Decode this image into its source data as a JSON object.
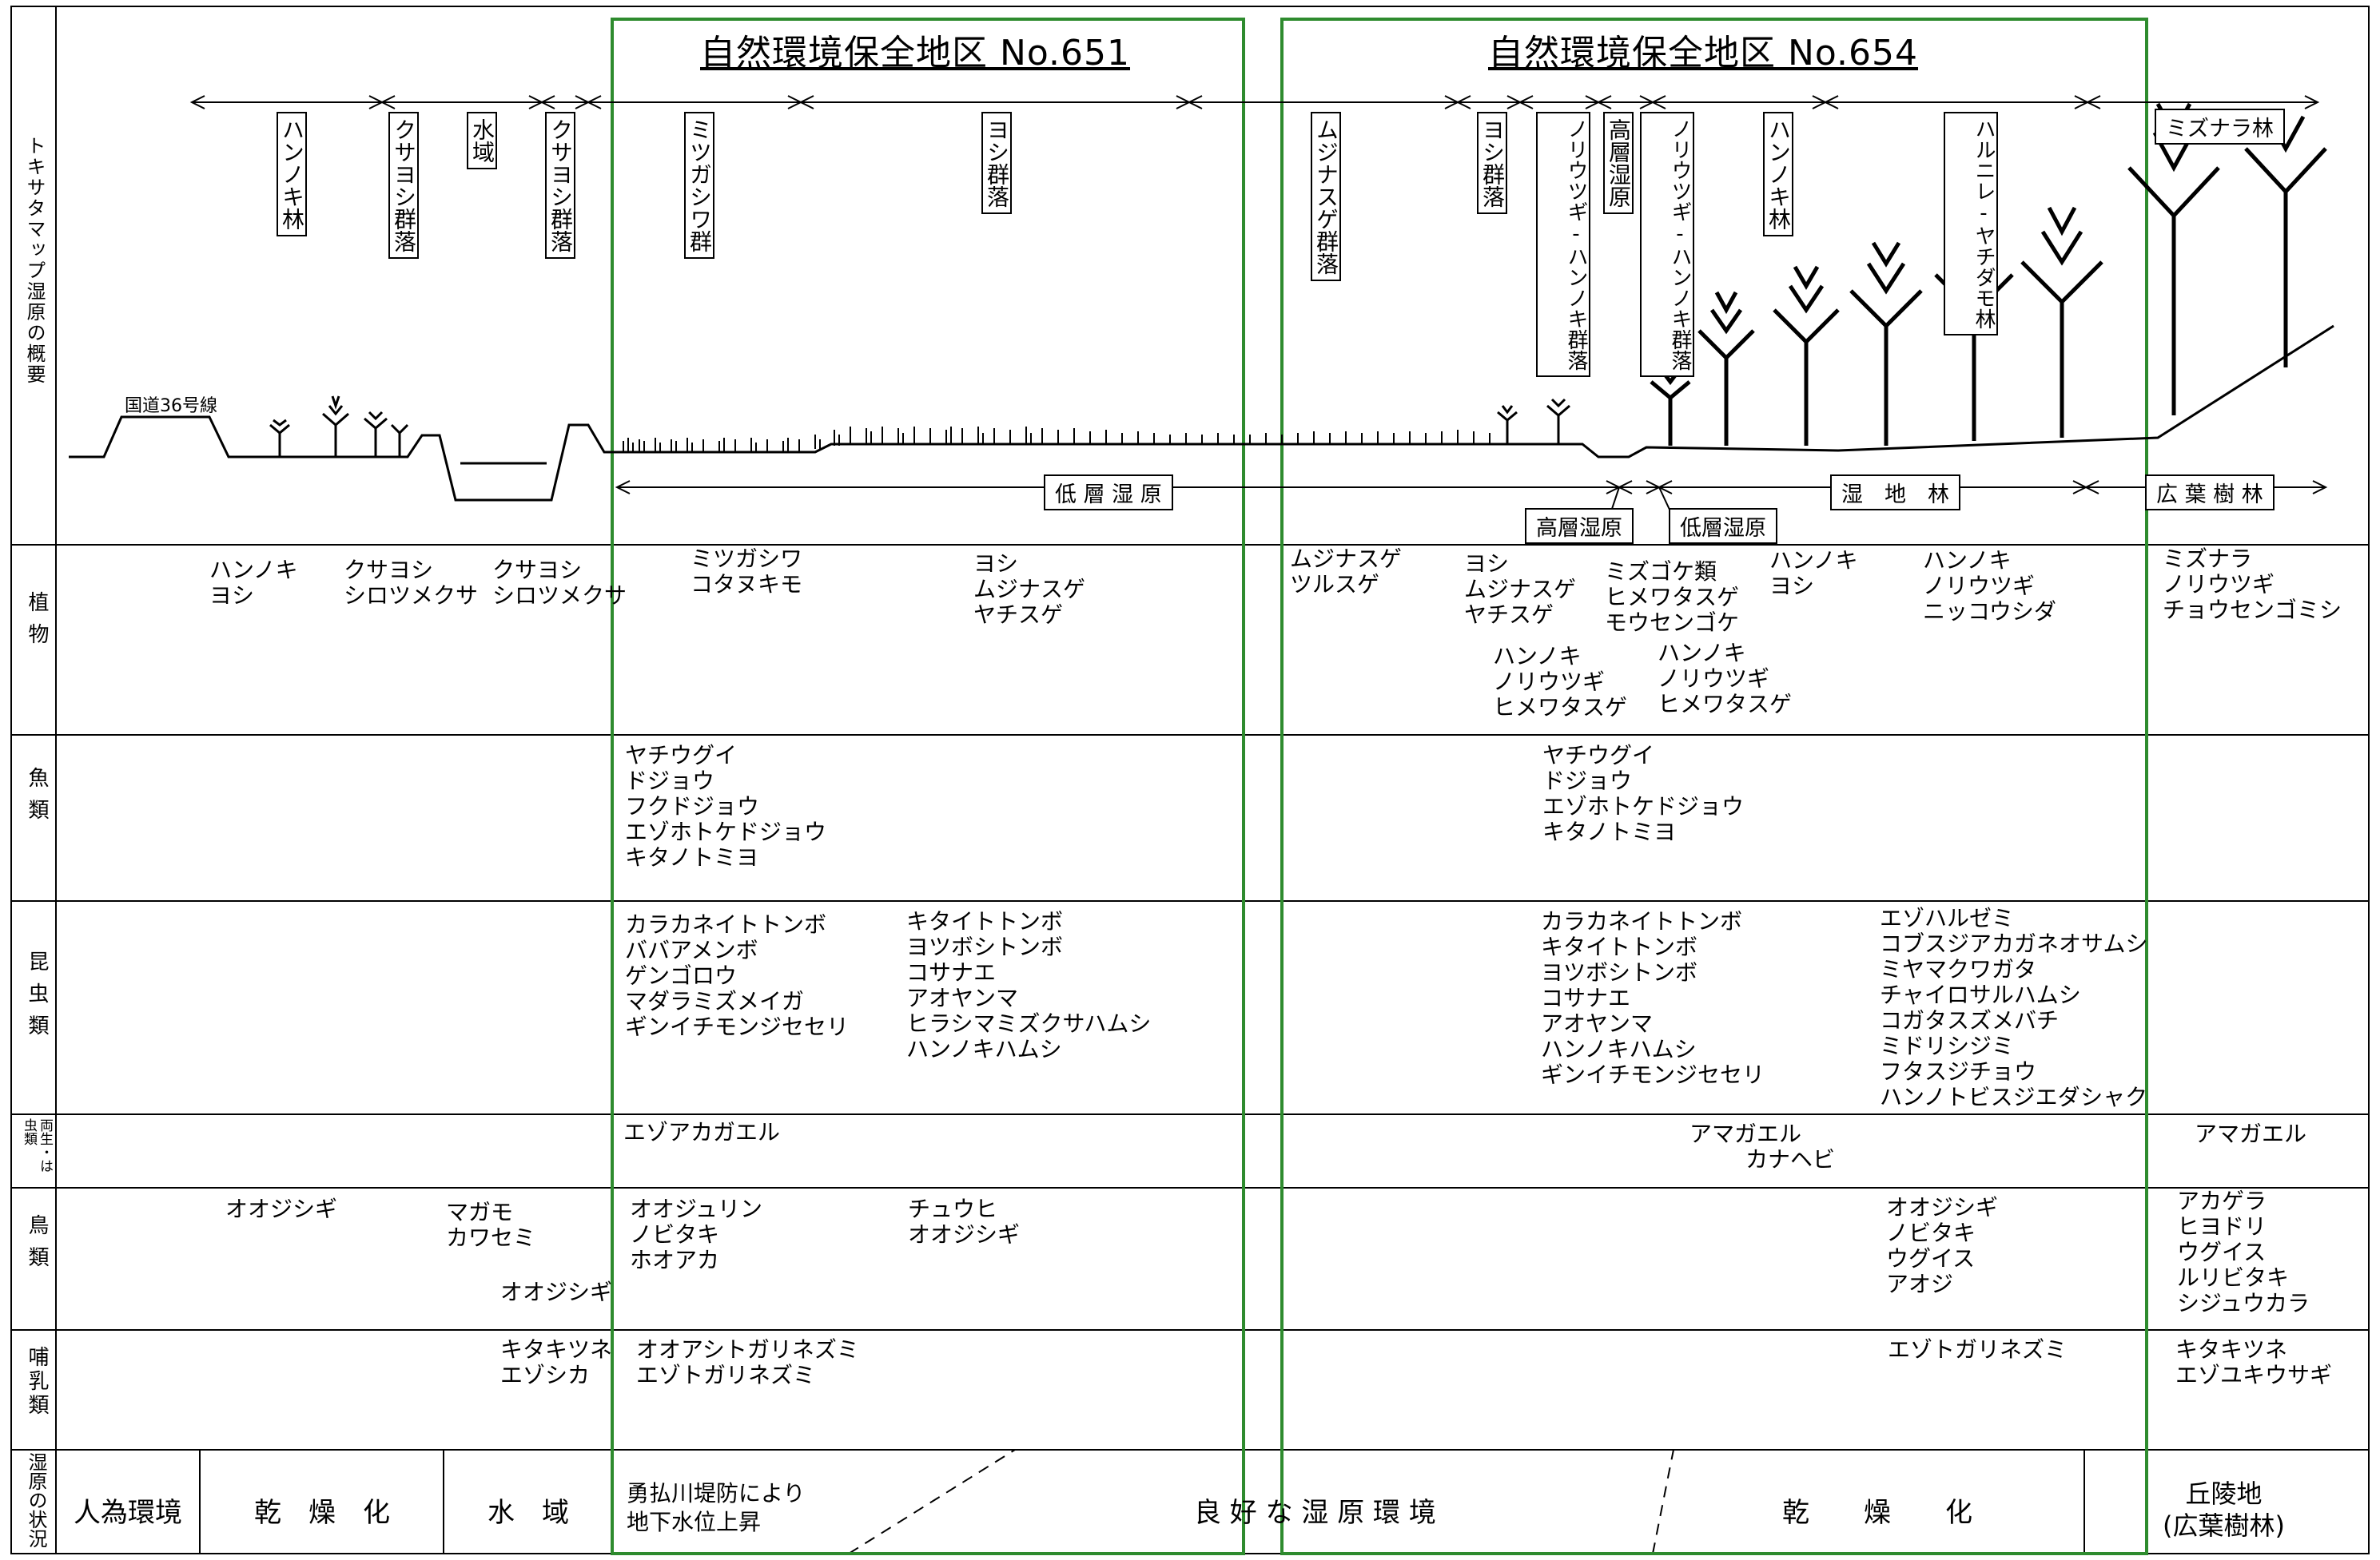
{
  "zones": [
    {
      "title": "自然環境保全地区 No.651"
    },
    {
      "title": "自然環境保全地区 No.654"
    }
  ],
  "left_header": "トキサタマップ湿原の概要",
  "road_label": "国道36号線",
  "community_labels": [
    "ハンノキ林",
    "クサヨシ群落",
    "水域",
    "クサヨシ群落",
    "ミツガシワ群",
    "ヨシ群落",
    "ムジナスゲ群落",
    "ヨシ群落",
    "ノリウツギ-ハンノキ群落",
    "高層湿原",
    "ノリウツギ-ハンノキ群落",
    "ハンノキ林",
    "ハルニレ-ヤチダモ林",
    "ミズナラ林"
  ],
  "bottom_zone_labels": {
    "low_moor": "低 層 湿 原",
    "high_moor": "高層湿原",
    "low_moor2": "低層湿原",
    "wet_forest": "湿　地　林",
    "broadleaf": "広 葉 樹 林"
  },
  "row_labels": {
    "plants": "植物",
    "fish": "魚類",
    "insects": "昆虫類",
    "amphibians": "両生・は虫類",
    "birds": "鳥類",
    "mammals": "哺乳類",
    "status": "湿原の状況"
  },
  "plants": [
    "ハンノキ\nヨシ",
    "クサヨシ\nシロツメクサ",
    "クサヨシ\nシロツメクサ",
    "ミツガシワ\nコタヌキモ",
    "ヨシ\nムジナスゲ\nヤチスゲ",
    "ムジナスゲ\nツルスゲ",
    "ヨシ\nムジナスゲ\nヤチスゲ",
    "ミズゴケ類\nヒメワタスゲ\nモウセンゴケ",
    "ハンノキ\nヨシ",
    "ハンノキ\nノリウツギ\nニッコウシダ",
    "ミズナラ\nノリウツギ\nチョウセンゴミシ",
    "ハンノキ\nノリウツギ\nヒメワタスゲ",
    "ハンノキ\nノリウツギ\nヒメワタスゲ"
  ],
  "fish": [
    "ヤチウグイ\nドジョウ\nフクドジョウ\nエゾホトケドジョウ\nキタノトミヨ",
    "ヤチウグイ\nドジョウ\nエゾホトケドジョウ\nキタノトミヨ"
  ],
  "insects": [
    "カラカネイトトンボ\nババアメンボ\nゲンゴロウ\nマダラミズメイガ\nギンイチモンジセセリ",
    "キタイトトンボ\nヨツボシトンボ\nコサナエ\nアオヤンマ\nヒラシマミズクサハムシ\nハンノキハムシ",
    "カラカネイトトンボ\nキタイトトンボ\nヨツボシトンボ\nコサナエ\nアオヤンマ\nハンノキハムシ\nギンイチモンジセセリ",
    "エゾハルゼミ\nコブスジアカガネオサムシ\nミヤマクワガタ\nチャイロサルハムシ\nコガタスズメバチ\nミドリシジミ\nフタスジチョウ\nハンノトビスジエダシャク"
  ],
  "amphibians": [
    "エゾアカガエル",
    "アマガエル",
    "カナヘビ",
    "アマガエル"
  ],
  "birds": [
    "オオジシギ",
    "マガモ\nカワセミ",
    "オオジシギ",
    "オオジュリン\nノビタキ\nホオアカ",
    "チュウヒ\nオオジシギ",
    "オオジシギ\nノビタキ\nウグイス\nアオジ",
    "アカゲラ\nヒヨドリ\nウグイス\nルリビタキ\nシジュウカラ"
  ],
  "mammals": [
    "キタキツネ\nエゾシカ",
    "オオアシトガリネズミ\nエゾトガリネズミ",
    "エゾトガリネズミ",
    "キタキツネ\nエゾユキウサギ"
  ],
  "status": {
    "artificial": "人為環境",
    "dry1": "乾　燥　化",
    "water": "水　域",
    "levee": "勇払川堤防により\n地下水位上昇",
    "good": "良 好 な 湿 原 環 境",
    "dry2": "乾　　燥　　化",
    "hill": "丘陵地\n(広葉樹林)"
  },
  "colors": {
    "zone_border": "#2e8b2e",
    "line": "#000000"
  }
}
